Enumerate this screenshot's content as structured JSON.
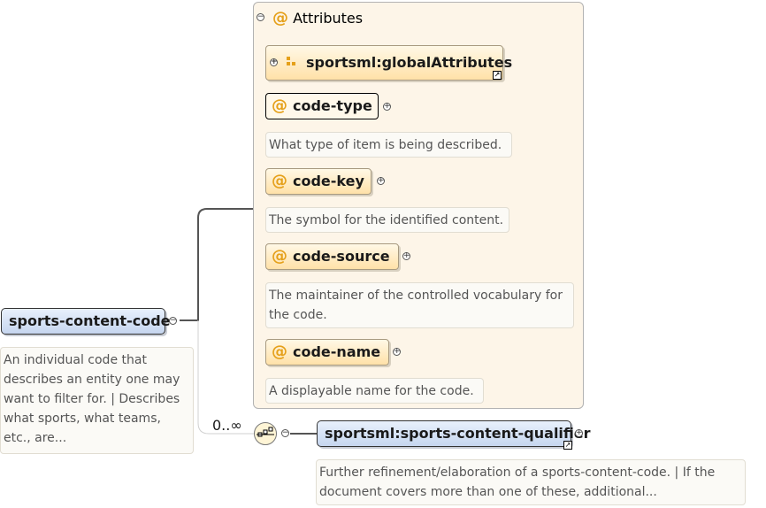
{
  "root": {
    "label": "sports-content-code",
    "description": "An individual code that describes an entity one may want to filter for. | Describes what sports, what teams, etc., are..."
  },
  "attributes": {
    "title": "Attributes",
    "global_ref": "sportsml:globalAttributes",
    "items": [
      {
        "name": "code-type",
        "description": "What type of item is being described."
      },
      {
        "name": "code-key",
        "description": "The symbol for the identified content."
      },
      {
        "name": "code-source",
        "description": "The maintainer of the controlled vocabulary for the code."
      },
      {
        "name": "code-name",
        "description": "A displayable name for the code."
      }
    ]
  },
  "sequence": {
    "multiplicity": "0..∞"
  },
  "child": {
    "label": "sportsml:sports-content-qualifier",
    "description": "Further refinement/elaboration of a sports-content-code. | If the document covers more than one of these, additional..."
  },
  "icons": {
    "at_symbol": "@",
    "attribute_group_icon": "attribute-group-icon",
    "external_link_icon": "external-link-icon",
    "sequence_icon": "sequence-icon",
    "collapse_icon": "collapse-icon",
    "expand_icon": "expand-icon"
  },
  "colors": {
    "attribute_fill": "#ffe1a8",
    "attribute_at": "#e5a01a",
    "element_fill": "#c6d6ef",
    "panel_fill": "#fdf5e8"
  }
}
